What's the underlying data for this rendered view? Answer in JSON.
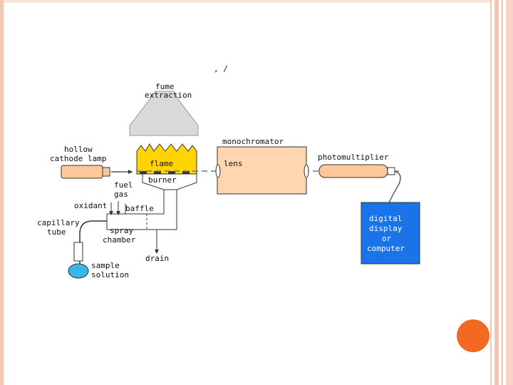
{
  "diagram": {
    "top_marks": ",     /",
    "labels": {
      "fume_line1": "fume",
      "fume_line2": "extraction",
      "lamp_line1": "hollow",
      "lamp_line2": "cathode lamp",
      "flame": "flame",
      "burner": "burner",
      "fuel_line1": "fuel",
      "fuel_line2": "gas",
      "oxidant": "oxidant",
      "baffle": "baffle",
      "capillary_line1": "capillary",
      "capillary_line2": "tube",
      "spray_line1": "spray",
      "spray_line2": "chamber",
      "drain": "drain",
      "sample_line1": "sample",
      "sample_line2": "solution",
      "monochromator": "monochromator",
      "lens": "lens",
      "photomultiplier": "photomultiplier",
      "display_line1": "digital",
      "display_line2": "display",
      "display_line3": "or",
      "display_line4": "computer"
    },
    "colors": {
      "flame": "#ffd400",
      "lamp": "#ffc89a",
      "monochromator": "#ffd6b0",
      "display": "#1a73e8",
      "sample": "#35b9e8",
      "accent_dot": "#f26a22",
      "frame": "#f4c7b3"
    }
  }
}
